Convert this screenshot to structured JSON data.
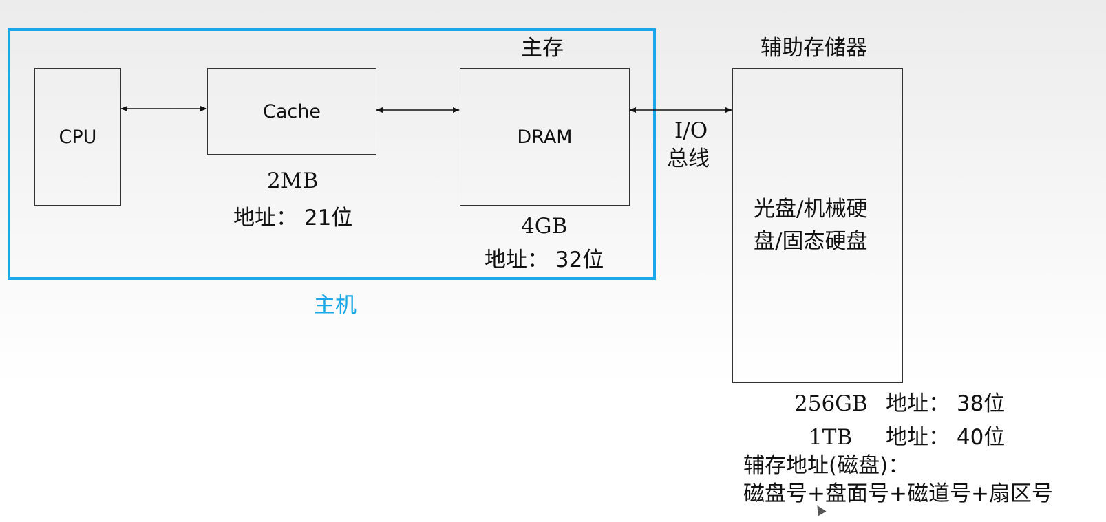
{
  "host": {
    "label": "主机"
  },
  "cpu": {
    "label": "CPU"
  },
  "cache": {
    "label": "Cache",
    "capacity": "2MB",
    "address": "地址： 21位"
  },
  "main_memory": {
    "title": "主存",
    "label": "DRAM",
    "capacity": "4GB",
    "address": "地址： 32位"
  },
  "bus": {
    "label_line1": "I/O",
    "label_line2": "总线"
  },
  "auxiliary_storage": {
    "title": "辅助存储器",
    "content_line1": "光盘/机械硬",
    "content_line2": "盘/固态硬盘",
    "spec1_capacity": "256GB",
    "spec1_address": "地址： 38位",
    "spec2_capacity": "1TB",
    "spec2_address": "地址： 40位",
    "addr_heading": "辅存地址(磁盘)：",
    "addr_format": "磁盘号+盘面号+磁道号+扇区号"
  },
  "colors": {
    "accent": "#1aa9e6",
    "line": "#333333"
  }
}
